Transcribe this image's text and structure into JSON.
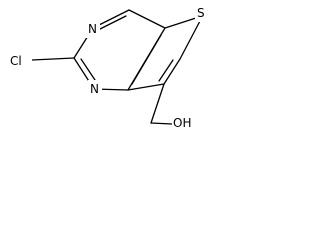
{
  "molecule": {
    "atoms": {
      "sulfur": "S",
      "nitrogen_top": "N",
      "nitrogen_bottom": "N",
      "chlorine": "Cl",
      "hydroxyl": "OH"
    }
  }
}
